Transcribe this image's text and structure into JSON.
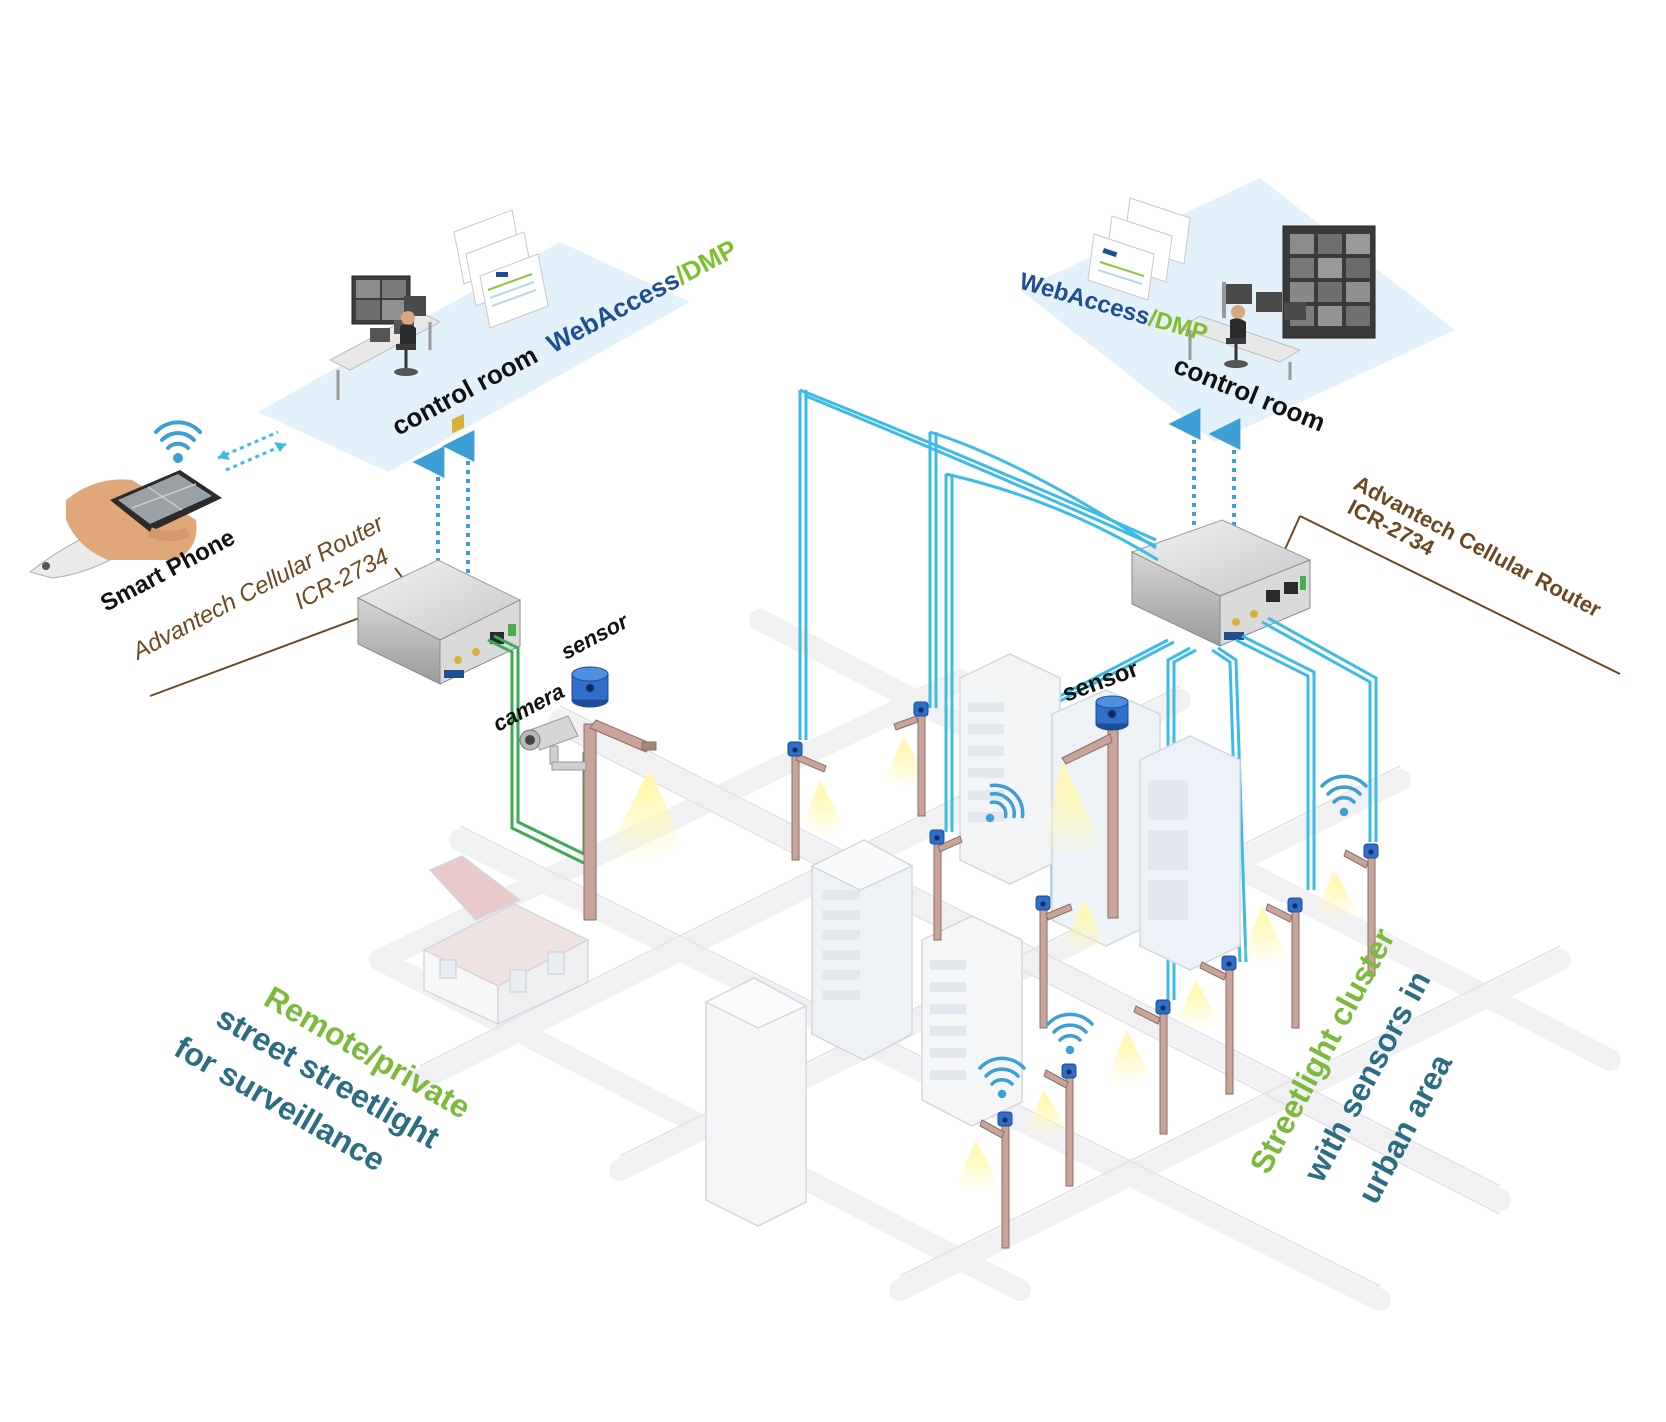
{
  "left_cluster": {
    "control_room_label": "control room",
    "webaccess_label": "WebAccess",
    "dmp_label": "/DMP",
    "router_name": "Advantech Cellular Router",
    "router_model": "ICR-2734",
    "smart_phone_label": "Smart Phone",
    "camera_label": "camera",
    "sensor_label": "sensor",
    "caption_line1": "Remote/private",
    "caption_line2": "street streetlight",
    "caption_line3": "for surveillance"
  },
  "right_cluster": {
    "webaccess_label": "WebAccess",
    "dmp_label": "/DMP",
    "control_room_label": "control room",
    "router_name": "Advantech Cellular Router",
    "router_model": "ICR-2734",
    "sensor_label": "sensor",
    "caption_line1": "Streetlight cluster",
    "caption_line2": "with sensors in",
    "caption_line3": "urban area"
  },
  "colors": {
    "platform": "#e3f1fa",
    "link_blue": "#3cbbe8",
    "link_green": "#3daa54",
    "arrow_blue": "#3e9ed6",
    "brand_navy": "#1d4f91",
    "brand_green": "#7fbf2e",
    "caption_green": "#7dba3b",
    "caption_teal": "#2b6d83",
    "router_text": "#6b4a22",
    "sensor_blue": "#2f6fc9"
  }
}
